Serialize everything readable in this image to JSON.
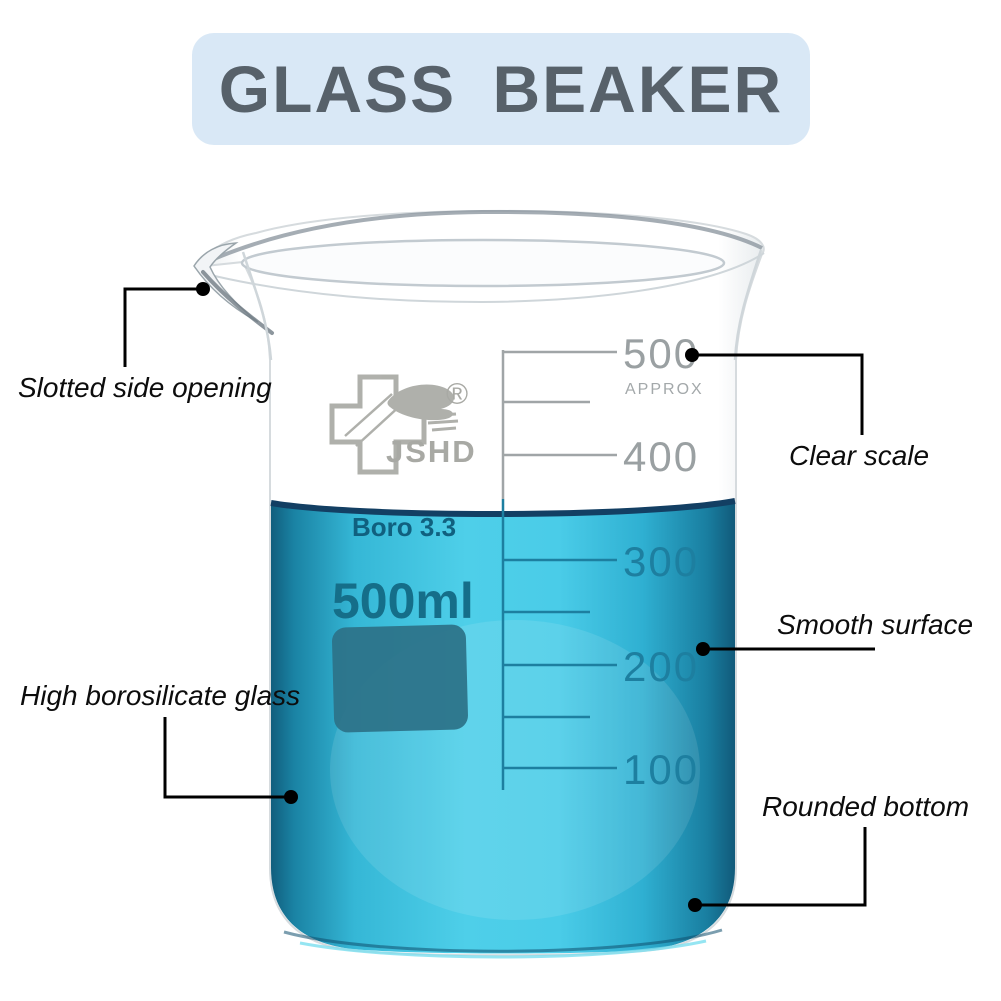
{
  "title": "GLASS BEAKER",
  "beaker": {
    "brand": "JSHD",
    "registered": "®",
    "material": "Boro 3.3",
    "capacity": "500ml",
    "scale": {
      "approx": "APPROX",
      "major": [
        "500",
        "400",
        "300",
        "200",
        "100"
      ]
    }
  },
  "annotations": [
    {
      "label": "Slotted side opening"
    },
    {
      "label": "Clear scale"
    },
    {
      "label": "Smooth surface"
    },
    {
      "label": "High borosilicate glass"
    },
    {
      "label": "Rounded bottom"
    }
  ],
  "colors": {
    "title_bg": "#d9e8f6",
    "title_text": "#57616a",
    "liquid_center": "#4ecfe9",
    "liquid_edge": "#136685",
    "waterline": "#133f63",
    "scale_above_water": "#9aa0a2",
    "scale_below_water": "#1d7fa0",
    "writing_square": "#2d7389",
    "logo_gray": "#a7a8a3",
    "callout_text": "#0c0c0c"
  }
}
